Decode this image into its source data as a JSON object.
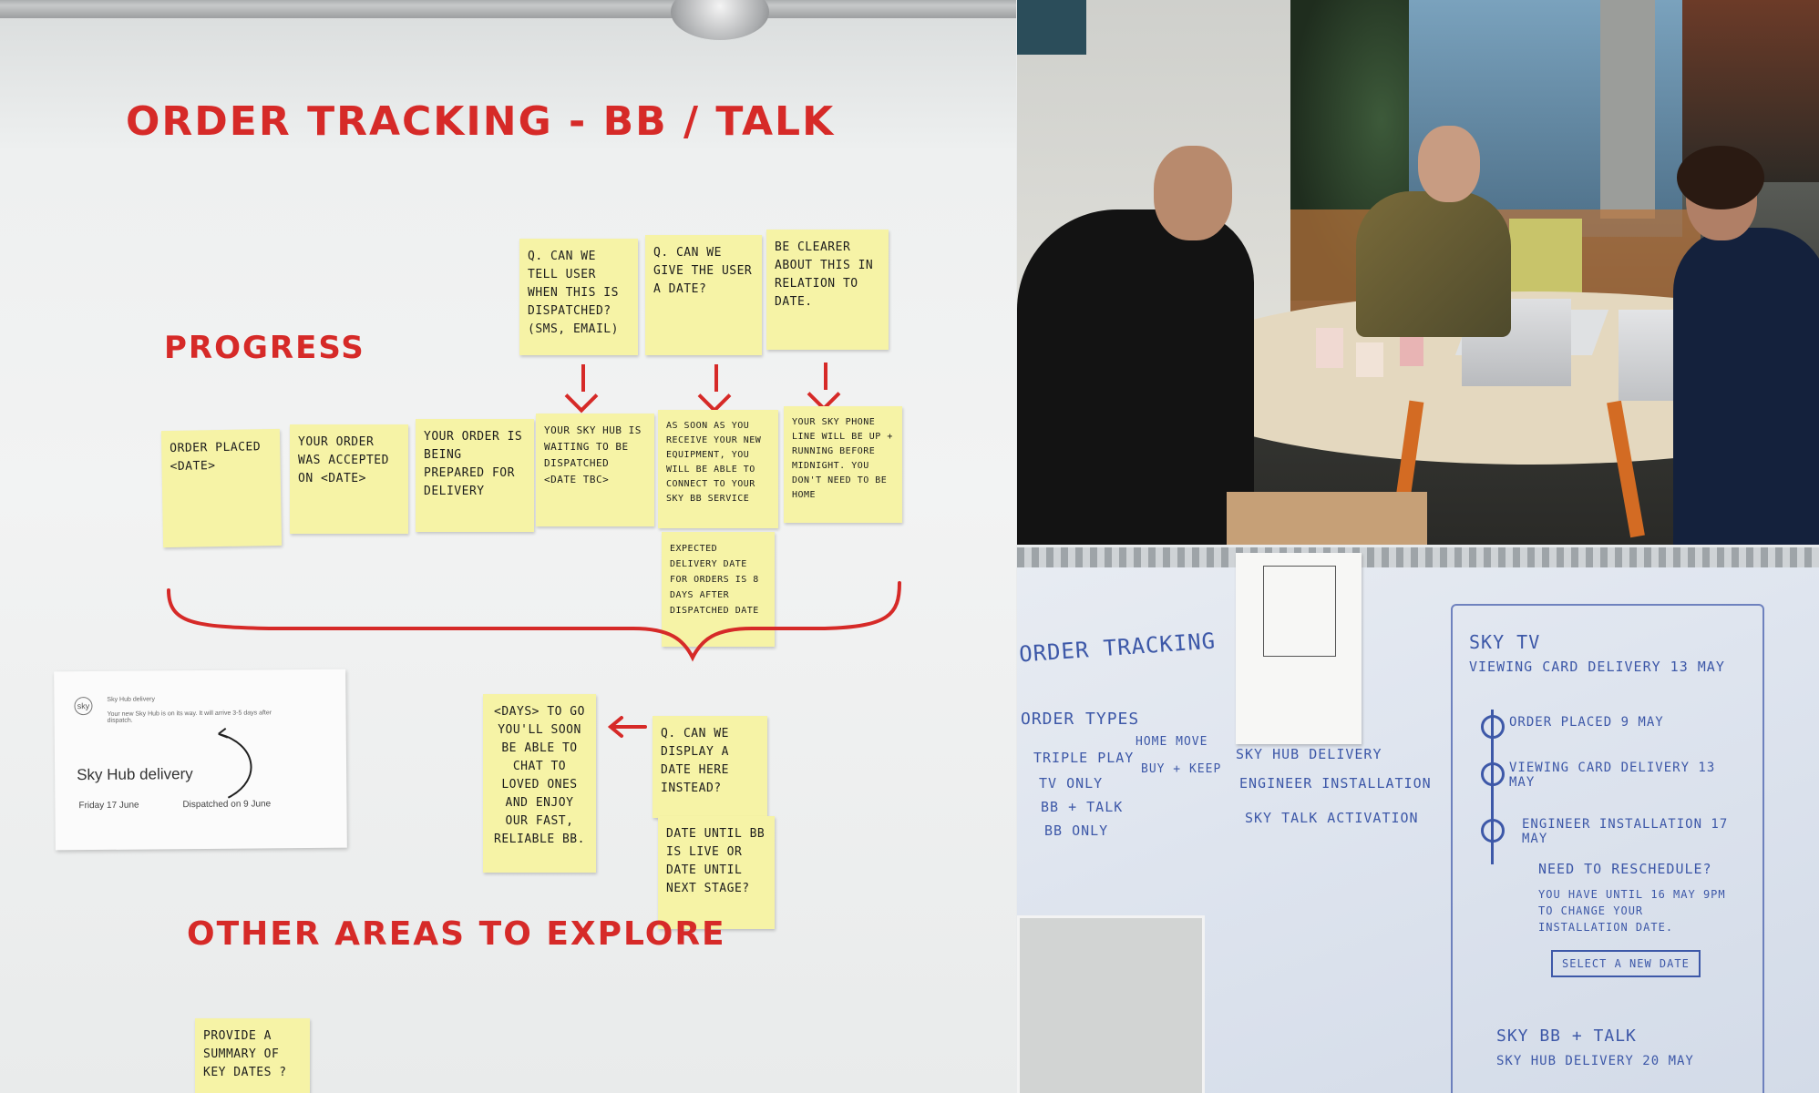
{
  "board": {
    "title": "ORDER TRACKING - BB / TALK",
    "progress_heading": "PROGRESS",
    "other_heading": "OTHER AREAS TO EXPLORE",
    "question_notes": [
      "Q. CAN WE TELL USER WHEN THIS IS DISPATCHED? (SMS, EMAIL)",
      "Q. CAN WE GIVE THE USER A DATE?",
      "BE CLEARER ABOUT THIS IN RELATION TO DATE."
    ],
    "progress_notes": [
      "ORDER PLACED <DATE>",
      "YOUR ORDER WAS ACCEPTED ON <DATE>",
      "YOUR ORDER IS BEING PREPARED FOR DELIVERY",
      "YOUR SKY HUB IS WAITING TO BE DISPATCHED <DATE TBC>",
      "AS SOON AS YOU RECEIVE YOUR NEW EQUIPMENT, YOU WILL BE ABLE TO CONNECT TO YOUR SKY BB SERVICE",
      "YOUR SKY PHONE LINE WILL BE UP + RUNNING BEFORE MIDNIGHT. YOU DON'T NEED TO BE HOME"
    ],
    "expected_note": "EXPECTED DELIVERY DATE FOR ORDERS IS 8 DAYS AFTER DISPATCHED DATE",
    "days_note": "<DAYS> TO GO YOU'LL SOON BE ABLE TO CHAT TO LOVED ONES AND ENJOY OUR FAST, RELIABLE BB.",
    "display_note": "Q. CAN WE DISPLAY A DATE HERE INSTEAD?",
    "until_note": "DATE UNTIL BB IS LIVE OR DATE UNTIL NEXT STAGE?",
    "summary_note": "PROVIDE A SUMMARY OF KEY DATES ?",
    "printout": {
      "logo": "sky",
      "line1": "Sky Hub delivery",
      "line2": "Your new Sky Hub is on its way. It will arrive 3-5 days after dispatch.",
      "heading": "Sky Hub delivery",
      "date": "Friday 17 June",
      "status": "Dispatched on 9 June"
    }
  },
  "sketch": {
    "title": "ORDER TRACKING",
    "types_heading": "ORDER TYPES",
    "types": [
      "TRIPLE PLAY",
      "TV ONLY",
      "BB + TALK",
      "BB ONLY"
    ],
    "extras": [
      "HOME MOVE",
      "BUY + KEEP"
    ],
    "events": [
      "SKY HUB DELIVERY",
      "ENGINEER INSTALLATION",
      "SKY TALK ACTIVATION"
    ],
    "card": {
      "section1": "SKY TV",
      "sub1": "VIEWING CARD DELIVERY 13 MAY",
      "steps": [
        "ORDER PLACED 9 MAY",
        "VIEWING CARD DELIVERY 13 MAY",
        "ENGINEER INSTALLATION 17 MAY"
      ],
      "reschedule_q": "NEED TO RESCHEDULE?",
      "reschedule_text": "YOU HAVE UNTIL 16 MAY 9PM TO CHANGE YOUR INSTALLATION DATE.",
      "button": "SELECT A NEW DATE",
      "section2": "SKY BB + TALK",
      "sub2": "SKY HUB DELIVERY 20 MAY"
    }
  }
}
